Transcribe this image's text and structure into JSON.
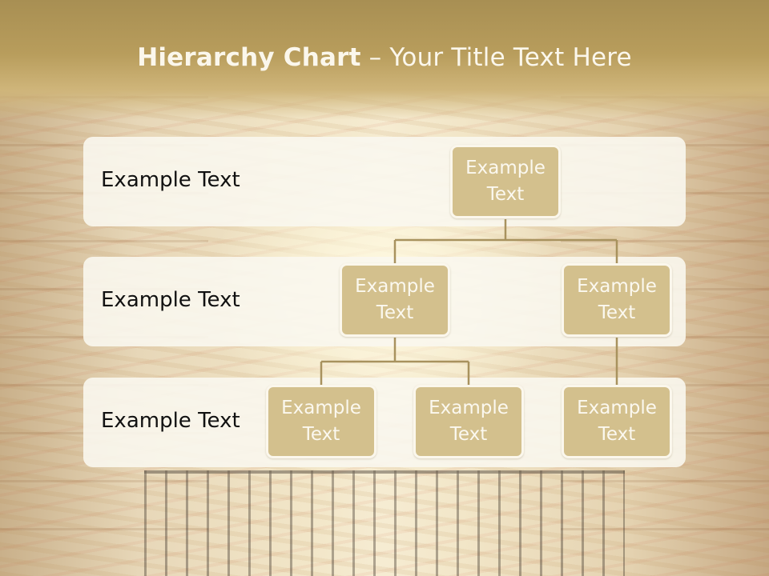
{
  "title": {
    "bold": "Hierarchy Chart",
    "rest": " – Your Title Text Here"
  },
  "rows": [
    {
      "label": "Example Text"
    },
    {
      "label": "Example Text"
    },
    {
      "label": "Example Text"
    }
  ],
  "nodes": {
    "top": {
      "line1": "Example",
      "line2": "Text"
    },
    "mid_left": {
      "line1": "Example",
      "line2": "Text"
    },
    "mid_right": {
      "line1": "Example",
      "line2": "Text"
    },
    "bottom_left": {
      "line1": "Example",
      "line2": "Text"
    },
    "bottom_center": {
      "line1": "Example",
      "line2": "Text"
    },
    "bottom_right": {
      "line1": "Example",
      "line2": "Text"
    }
  },
  "colors": {
    "node_fill": "#d3c08d",
    "node_border": "#fbf7ec",
    "connector": "#a8925e",
    "band": "#faf7ee",
    "header": "#b89d5c"
  }
}
